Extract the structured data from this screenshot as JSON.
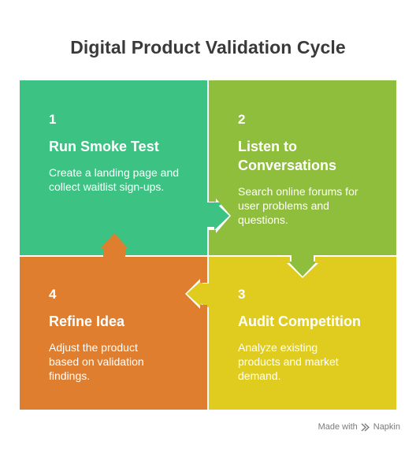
{
  "title": "Digital Product Validation Cycle",
  "colors": {
    "q1": "#3cc383",
    "q2": "#8fbd3c",
    "q3": "#dfcc1f",
    "q4": "#e07e2f"
  },
  "quadrants": [
    {
      "number": "1",
      "title": "Run Smoke Test",
      "description": "Create a landing page and collect waitlist sign-ups."
    },
    {
      "number": "2",
      "title": "Listen to Conversations",
      "description": "Search online forums for user problems and questions."
    },
    {
      "number": "3",
      "title": "Audit Competition",
      "description": "Analyze existing products and market demand."
    },
    {
      "number": "4",
      "title": "Refine Idea",
      "description": "Adjust the product based on validation findings."
    }
  ],
  "footer": {
    "made_with": "Made with",
    "brand": "Napkin"
  }
}
